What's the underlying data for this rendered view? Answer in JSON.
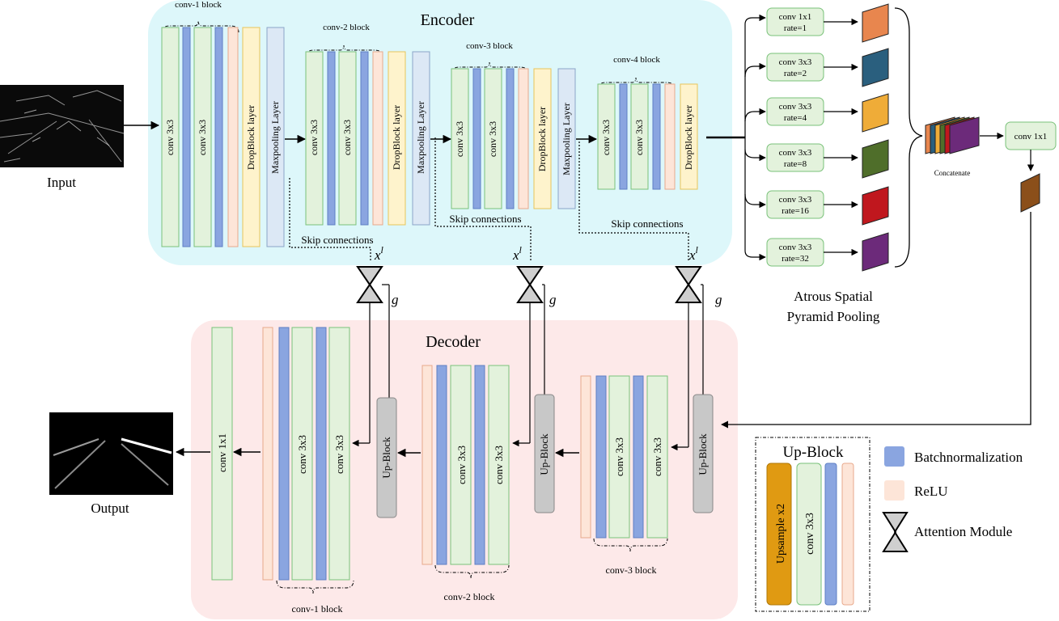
{
  "title": {
    "encoder": "Encoder",
    "decoder": "Decoder"
  },
  "input_label": "Input",
  "output_label": "Output",
  "encoder": {
    "conv_block_1": "conv-1 block",
    "conv_block_2": "conv-2 block",
    "conv_block_3": "conv-3 block",
    "conv_block_4": "conv-4 block",
    "conv3x3": "conv 3x3",
    "dropblock": "DropBlock layer",
    "maxpool": "Maxpooling Layer"
  },
  "skip_connections": "Skip connections",
  "attention": {
    "x": "x",
    "sup": "l",
    "g": "g"
  },
  "decoder": {
    "conv1x1": "conv 1x1",
    "conv3x3": "conv 3x3",
    "upblock": "Up-Block",
    "conv_block_1": "conv-1 block",
    "conv_block_2": "conv-2 block",
    "conv_block_3": "conv-3 block"
  },
  "aspp": {
    "branches": [
      {
        "conv": "conv 1x1",
        "rate": "rate=1",
        "color": "#e8864e"
      },
      {
        "conv": "conv 3x3",
        "rate": "rate=2",
        "color": "#2a5f7e"
      },
      {
        "conv": "conv 3x3",
        "rate": "rate=4",
        "color": "#efac38"
      },
      {
        "conv": "conv 3x3",
        "rate": "rate=8",
        "color": "#4f6e2a"
      },
      {
        "conv": "conv 3x3",
        "rate": "rate=16",
        "color": "#c0171e"
      },
      {
        "conv": "conv 3x3",
        "rate": "rate=32",
        "color": "#6c2a7a"
      }
    ],
    "concatenate": "Concatenate",
    "conv1x1": "conv 1x1",
    "title_line1": "Atrous Spatial",
    "title_line2": "Pyramid Pooling",
    "output_color": "#8b4f1a"
  },
  "legend": {
    "upblock_title": "Up-Block",
    "upsample": "Upsample x2",
    "conv3x3": "conv 3x3",
    "batchnorm": "Batchnormalization",
    "relu": "ReLU",
    "attention": "Attention Module"
  },
  "colors": {
    "encoder_bg": "#ddf7fa",
    "decoder_bg": "#fde9e9",
    "conv": "#e3f2dc",
    "conv_border": "#7ac27a",
    "batchnorm": "#8aa5e0",
    "relu": "#fde5d8",
    "dropblock": "#fef3cc",
    "maxpool": "#dce8f5",
    "upblock": "#c8c8c8",
    "upsample": "#e09a12"
  }
}
